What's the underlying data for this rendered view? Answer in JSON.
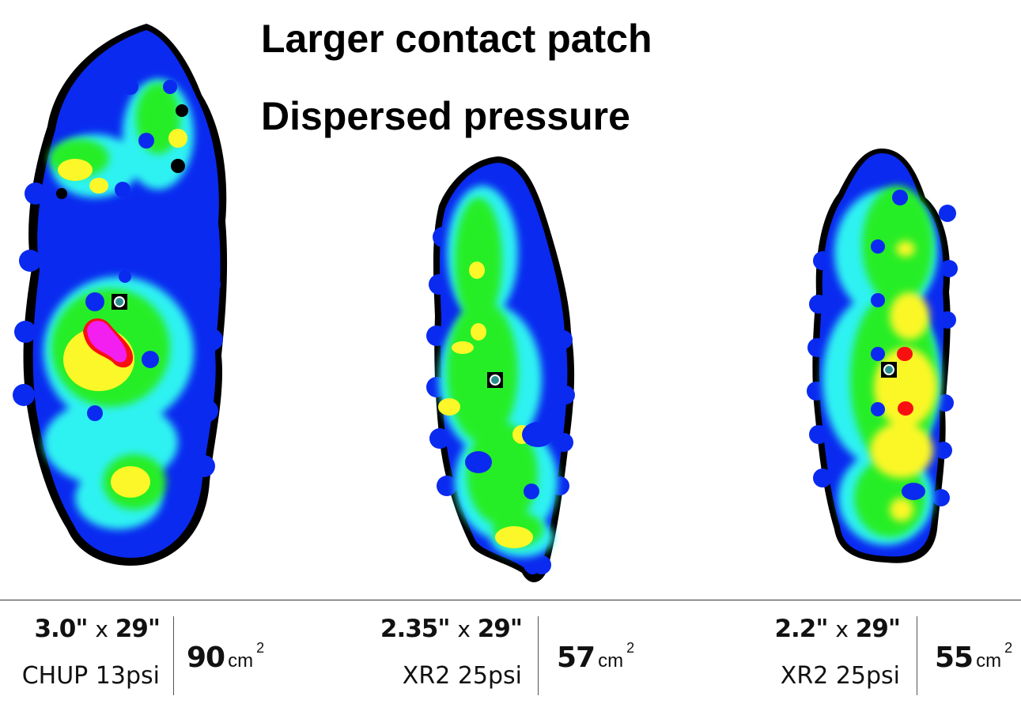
{
  "headlines": {
    "line1": "Larger contact patch",
    "line2": "Dispersed pressure"
  },
  "pressure_scale_colors": {
    "outline": "#000000",
    "very_low": "#0a2af0",
    "low": "#2ef2f2",
    "medium": "#27ee27",
    "high": "#fbf728",
    "very_high": "#f81010",
    "peak": "#f21ff0",
    "centroid_marker": "#2a8f8c"
  },
  "patches": [
    {
      "dimensions": "3.0\"",
      "x": "x",
      "length": "29\"",
      "tire": "CHUP  13psi",
      "area_value": "90",
      "area_unit": "cm",
      "area_exp": "2"
    },
    {
      "dimensions": "2.35\"",
      "x": "x",
      "length": "29\"",
      "tire": "XR2  25psi",
      "area_value": "57",
      "area_unit": "cm",
      "area_exp": "2"
    },
    {
      "dimensions": "2.2\"",
      "x": "x",
      "length": "29\"",
      "tire": "XR2  25psi",
      "area_value": "55",
      "area_unit": "cm",
      "area_exp": "2"
    }
  ]
}
